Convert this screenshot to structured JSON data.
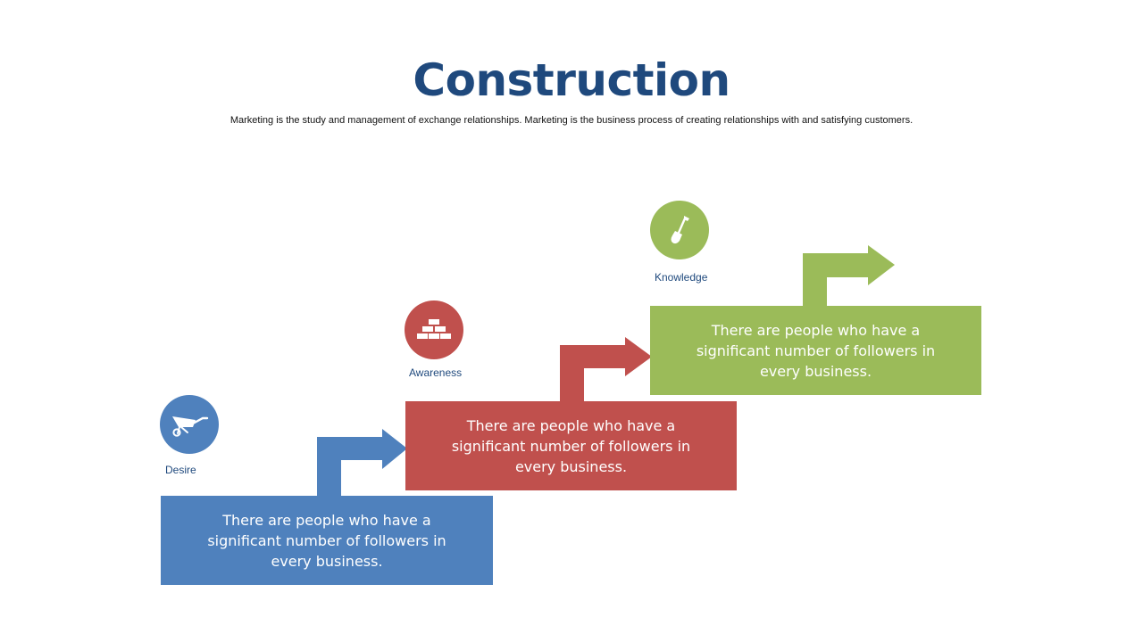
{
  "slide": {
    "title": "Construction",
    "subtitle": "Marketing is the study and management of exchange relationships. Marketing is the  business process of creating relationships with and satisfying customers."
  },
  "steps": [
    {
      "label": "Desire",
      "text": "There are people who have a significant number of followers in every business.",
      "color": "#4f81bd",
      "icon": "wheelbarrow-icon"
    },
    {
      "label": "Awareness",
      "text": "There are people who have a significant number of followers in every business.",
      "color": "#c0504d",
      "icon": "bricks-icon"
    },
    {
      "label": "Knowledge",
      "text": "There are people who have a significant number of followers in every business.",
      "color": "#9bbb59",
      "icon": "shovel-icon"
    }
  ],
  "colors": {
    "title": "#1f497d",
    "label": "#1f497d"
  }
}
